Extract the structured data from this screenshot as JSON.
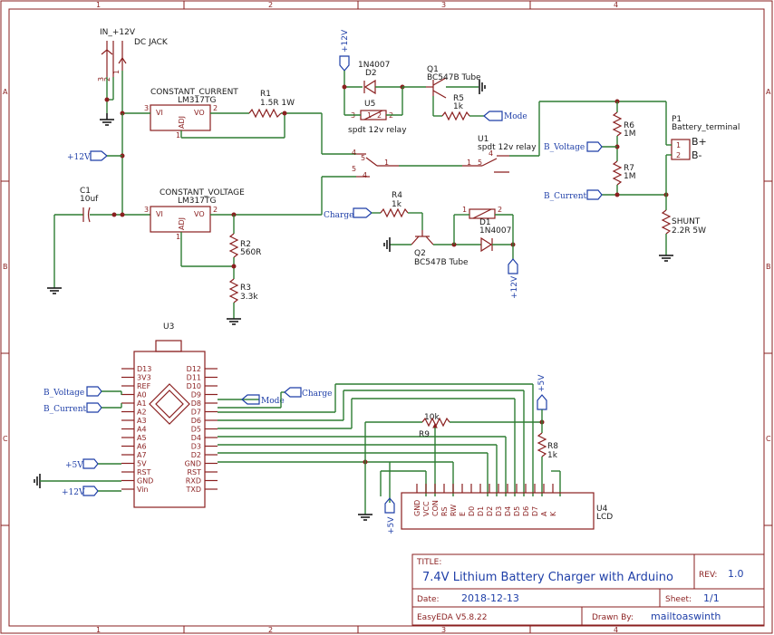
{
  "zones": {
    "cols": [
      "1",
      "2",
      "3",
      "4"
    ],
    "rows": [
      "A",
      "B",
      "C"
    ]
  },
  "title_block": {
    "title_label": "TITLE:",
    "title": "7.4V Lithium Battery Charger with Arduino",
    "rev_label": "REV:",
    "rev": "1.0",
    "date_label": "Date:",
    "date": "2018-12-13",
    "sheet_label": "Sheet:",
    "sheet": "1/1",
    "tool": "EasyEDA V5.8.22",
    "drawn_label": "Drawn By:",
    "drawn": "mailtoaswinth"
  },
  "components": {
    "dcjack": {
      "net": "IN_+12V",
      "name": "DC JACK",
      "pins": [
        "3",
        "2",
        "1"
      ]
    },
    "u_cc": {
      "name": "CONSTANT_CURRENT",
      "part": "LM317TG",
      "vi": "VI",
      "vo": "VO",
      "adj": "ADJ",
      "p3": "3",
      "p2": "2",
      "p1": "1"
    },
    "u_cv": {
      "name": "CONSTANT_VOLTAGE",
      "part": "LM317TG",
      "vi": "VI",
      "vo": "VO",
      "adj": "ADJ",
      "p3": "3",
      "p2": "2",
      "p1": "1"
    },
    "r1": {
      "ref": "R1",
      "val": "1.5R 1W"
    },
    "r2": {
      "ref": "R2",
      "val": "560R"
    },
    "r3": {
      "ref": "R3",
      "val": "3.3k"
    },
    "r4": {
      "ref": "R4",
      "val": "1k"
    },
    "r5": {
      "ref": "R5",
      "val": "1k"
    },
    "r6": {
      "ref": "R6",
      "val": "1M"
    },
    "r7": {
      "ref": "R7",
      "val": "1M"
    },
    "r8": {
      "ref": "R8",
      "val": "1k"
    },
    "r9": {
      "ref": "R9",
      "val": "10k"
    },
    "c1": {
      "ref": "C1",
      "val": "10uf"
    },
    "d1": {
      "ref": "D1",
      "val": "1N4007"
    },
    "d2": {
      "ref": "D2",
      "val": "1N4007"
    },
    "q1": {
      "ref": "Q1",
      "val": "BC547B Tube"
    },
    "q2": {
      "ref": "Q2",
      "val": "BC547B Tube"
    },
    "u5": {
      "ref": "U5",
      "val": "spdt 12v relay",
      "p3": "3",
      "p2": "2",
      "c1": "1",
      "c2": "2"
    },
    "relay_d1": {
      "c1": "1",
      "c2": "2"
    },
    "u1": {
      "ref": "U1",
      "val": "spdt 12v relay",
      "p4": "4",
      "p5": "5",
      "p1": "1"
    },
    "sw_left": {
      "p4a": "4",
      "p5a": "5",
      "p1": "1",
      "p5b": "5",
      "p4b": "4"
    },
    "p1": {
      "ref": "P1",
      "val": "Battery_terminal",
      "pin1": "1",
      "pin2": "2",
      "bp": "B+",
      "bm": "B-"
    },
    "shunt": {
      "ref": "SHUNT",
      "val": "2.2R 5W"
    },
    "u3": {
      "ref": "U3",
      "left": [
        "D13",
        "3V3",
        "REF",
        "A0",
        "A1",
        "A2",
        "A3",
        "A4",
        "A5",
        "A6",
        "A7",
        "5V",
        "RST",
        "GND",
        "Vin"
      ],
      "right": [
        "D12",
        "D11",
        "D10",
        "D9",
        "D8",
        "D7",
        "D6",
        "D5",
        "D4",
        "D3",
        "D2",
        "GND",
        "RST",
        "RXD",
        "TXD"
      ]
    },
    "u4": {
      "ref": "U4",
      "val": "LCD",
      "pins": [
        "GND",
        "VCC",
        "CON",
        "RS",
        "RW",
        "E",
        "D0",
        "D1",
        "D2",
        "D3",
        "D4",
        "D5",
        "D6",
        "D7",
        "A",
        "K"
      ]
    }
  },
  "nets": {
    "p12v_top": "+12V",
    "p12v_left": "+12V",
    "p12v_d1": "+12V",
    "p12v_vin": "+12V",
    "p5v_r8": "+5V",
    "p5v_u3": "+5V",
    "p5v_lcd": "+5V",
    "mode_q1": "Mode",
    "mode_u3": "Mode",
    "charge_q2": "Charge",
    "charge_u3": "Charge",
    "bvolt_p1": "B_Voltage",
    "bcurr_p1": "B_Current",
    "bvolt_u3": "B_Voltage",
    "bcurr_u3": "B_Current"
  }
}
